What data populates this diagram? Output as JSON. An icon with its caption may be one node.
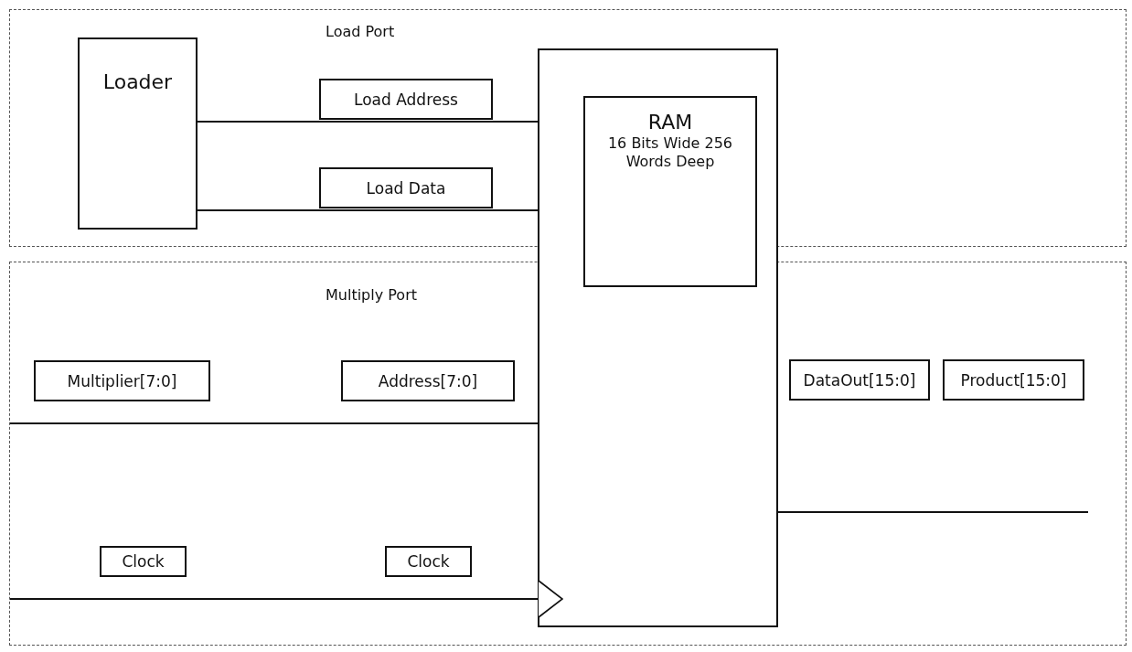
{
  "diagram": {
    "nodes": [
      {
        "text": [
          "Load Port"
        ]
      },
      {
        "text": [
          "Loader"
        ],
        "in": 0
      },
      {
        "text": [],
        "shape": "box"
      },
      {
        "text": [
          "Load Address"
        ],
        "in": 0
      },
      {
        "text": [
          "RAM",
          "16 Bits Wide 256 Words Deep"
        ],
        "in": 2
      },
      {
        "text": [
          "Load Data"
        ],
        "in": 0
      },
      {
        "text": [
          "Multiply Port"
        ]
      },
      {
        "text": [
          "Multiplier[7:0]"
        ],
        "in": 6
      },
      {
        "text": [
          "Address[7:0]"
        ],
        "in": 6
      },
      {
        "text": [
          "DataOut[15:0]"
        ],
        "in": 6
      },
      {
        "text": [
          "Product[15:0]"
        ],
        "in": 6
      },
      {
        "text": [
          "Clock"
        ],
        "in": 6
      },
      {
        "text": [
          "Clock"
        ],
        "in": 6
      }
    ],
    "edges": [
      {
        "from": 1,
        "to": 2,
        "arrow": "none"
      },
      {
        "from": 1,
        "to": 2,
        "arrow": "none"
      },
      {
        "from": 6,
        "to": 2,
        "arrow": "none"
      },
      {
        "from": 6,
        "to": 2,
        "arrow": "to"
      },
      {
        "from": 2,
        "to": null,
        "arrow": "none"
      }
    ]
  }
}
